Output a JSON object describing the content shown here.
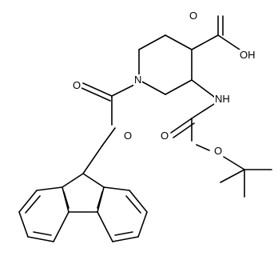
{
  "molecule": {
    "atom_labels": {
      "ring_nitrogen": "N",
      "carboxylic_acid_oxygen": "O",
      "carboxylic_acid_oh": "OH",
      "fmoc_carbonyl_oxygen": "O",
      "fmoc_ester_oxygen": "O",
      "boc_amine_nh": "NH",
      "boc_carbonyl_oxygen": "O",
      "boc_ester_oxygen": "O"
    }
  }
}
